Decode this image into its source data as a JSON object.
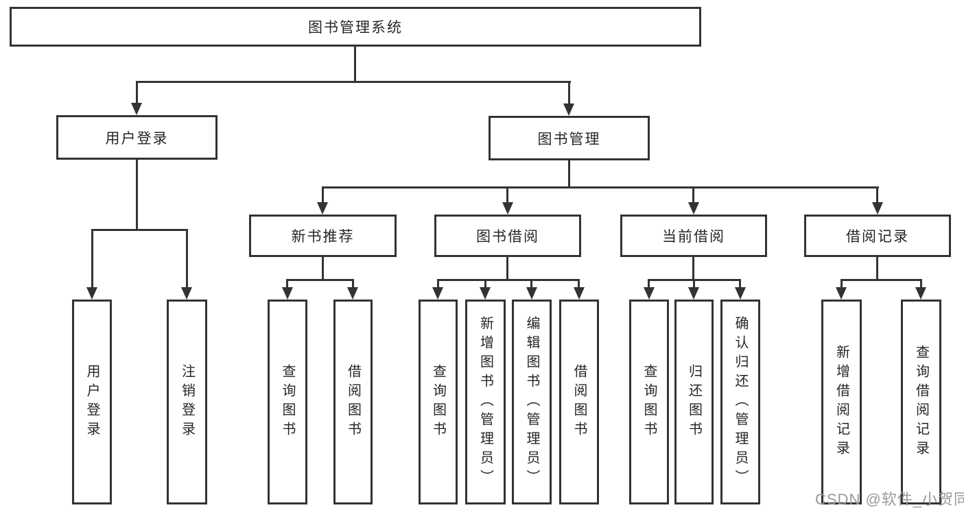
{
  "tree": {
    "label": "图书管理系统",
    "children": [
      {
        "label": "用户登录",
        "children": [
          {
            "label": "用户登录"
          },
          {
            "label": "注销登录"
          }
        ]
      },
      {
        "label": "图书管理",
        "children": [
          {
            "label": "新书推荐",
            "children": [
              {
                "label": "查询图书"
              },
              {
                "label": "借阅图书"
              }
            ]
          },
          {
            "label": "图书借阅",
            "children": [
              {
                "label": "查询图书"
              },
              {
                "label": "新增图书（管理员）"
              },
              {
                "label": "编辑图书（管理员）"
              },
              {
                "label": "借阅图书"
              }
            ]
          },
          {
            "label": "当前借阅",
            "children": [
              {
                "label": "查询图书"
              },
              {
                "label": "归还图书"
              },
              {
                "label": "确认归还（管理员）"
              }
            ]
          },
          {
            "label": "借阅记录",
            "children": [
              {
                "label": "新增借阅记录"
              },
              {
                "label": "查询借阅记录"
              }
            ]
          }
        ]
      }
    ]
  },
  "watermark": {
    "text": "CSDN @软件_小贺同学"
  },
  "colors": {
    "line": "#333333",
    "box_fill": "#ffffff",
    "text": "#262626",
    "bg": "#ffffff",
    "watermark": "#999999"
  }
}
